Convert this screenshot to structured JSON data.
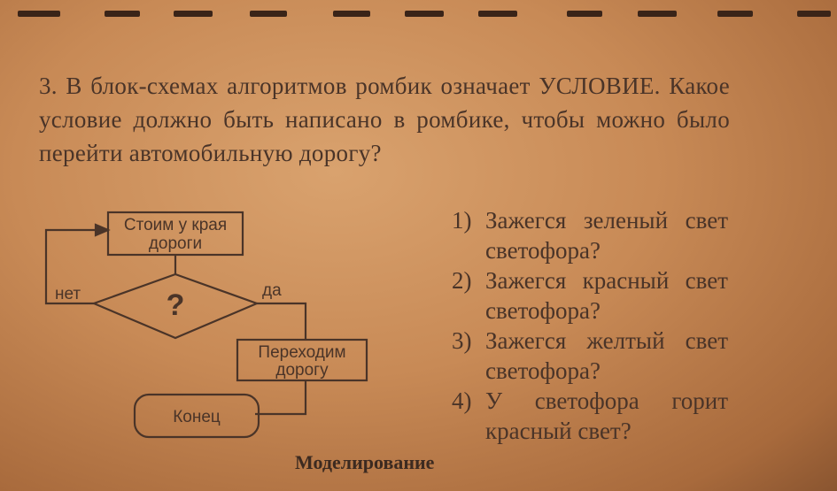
{
  "question": {
    "number": "3.",
    "text": "В блок-схемах алгоритмов ромбик означает УСЛОВИЕ. Какое условие должно быть написано в ромбике, чтобы можно было перейти автомобильную дорогу?"
  },
  "flowchart": {
    "start_line1": "Стоим у края",
    "start_line2": "дороги",
    "condition": "?",
    "no_label": "нет",
    "yes_label": "да",
    "action_line1": "Переходим",
    "action_line2": "дорогу",
    "end": "Конец"
  },
  "answers": [
    {
      "num": "1)",
      "text": "Зажегся зеленый свет светофора?"
    },
    {
      "num": "2)",
      "text": "Зажегся красный свет светофора?"
    },
    {
      "num": "3)",
      "text": "Зажегся желтый свет светофора?"
    },
    {
      "num": "4)",
      "text": "У светофора горит красный свет?"
    }
  ],
  "section_title": "Моделирование",
  "colors": {
    "paper": "#c88a56",
    "ink": "#4a3428"
  }
}
